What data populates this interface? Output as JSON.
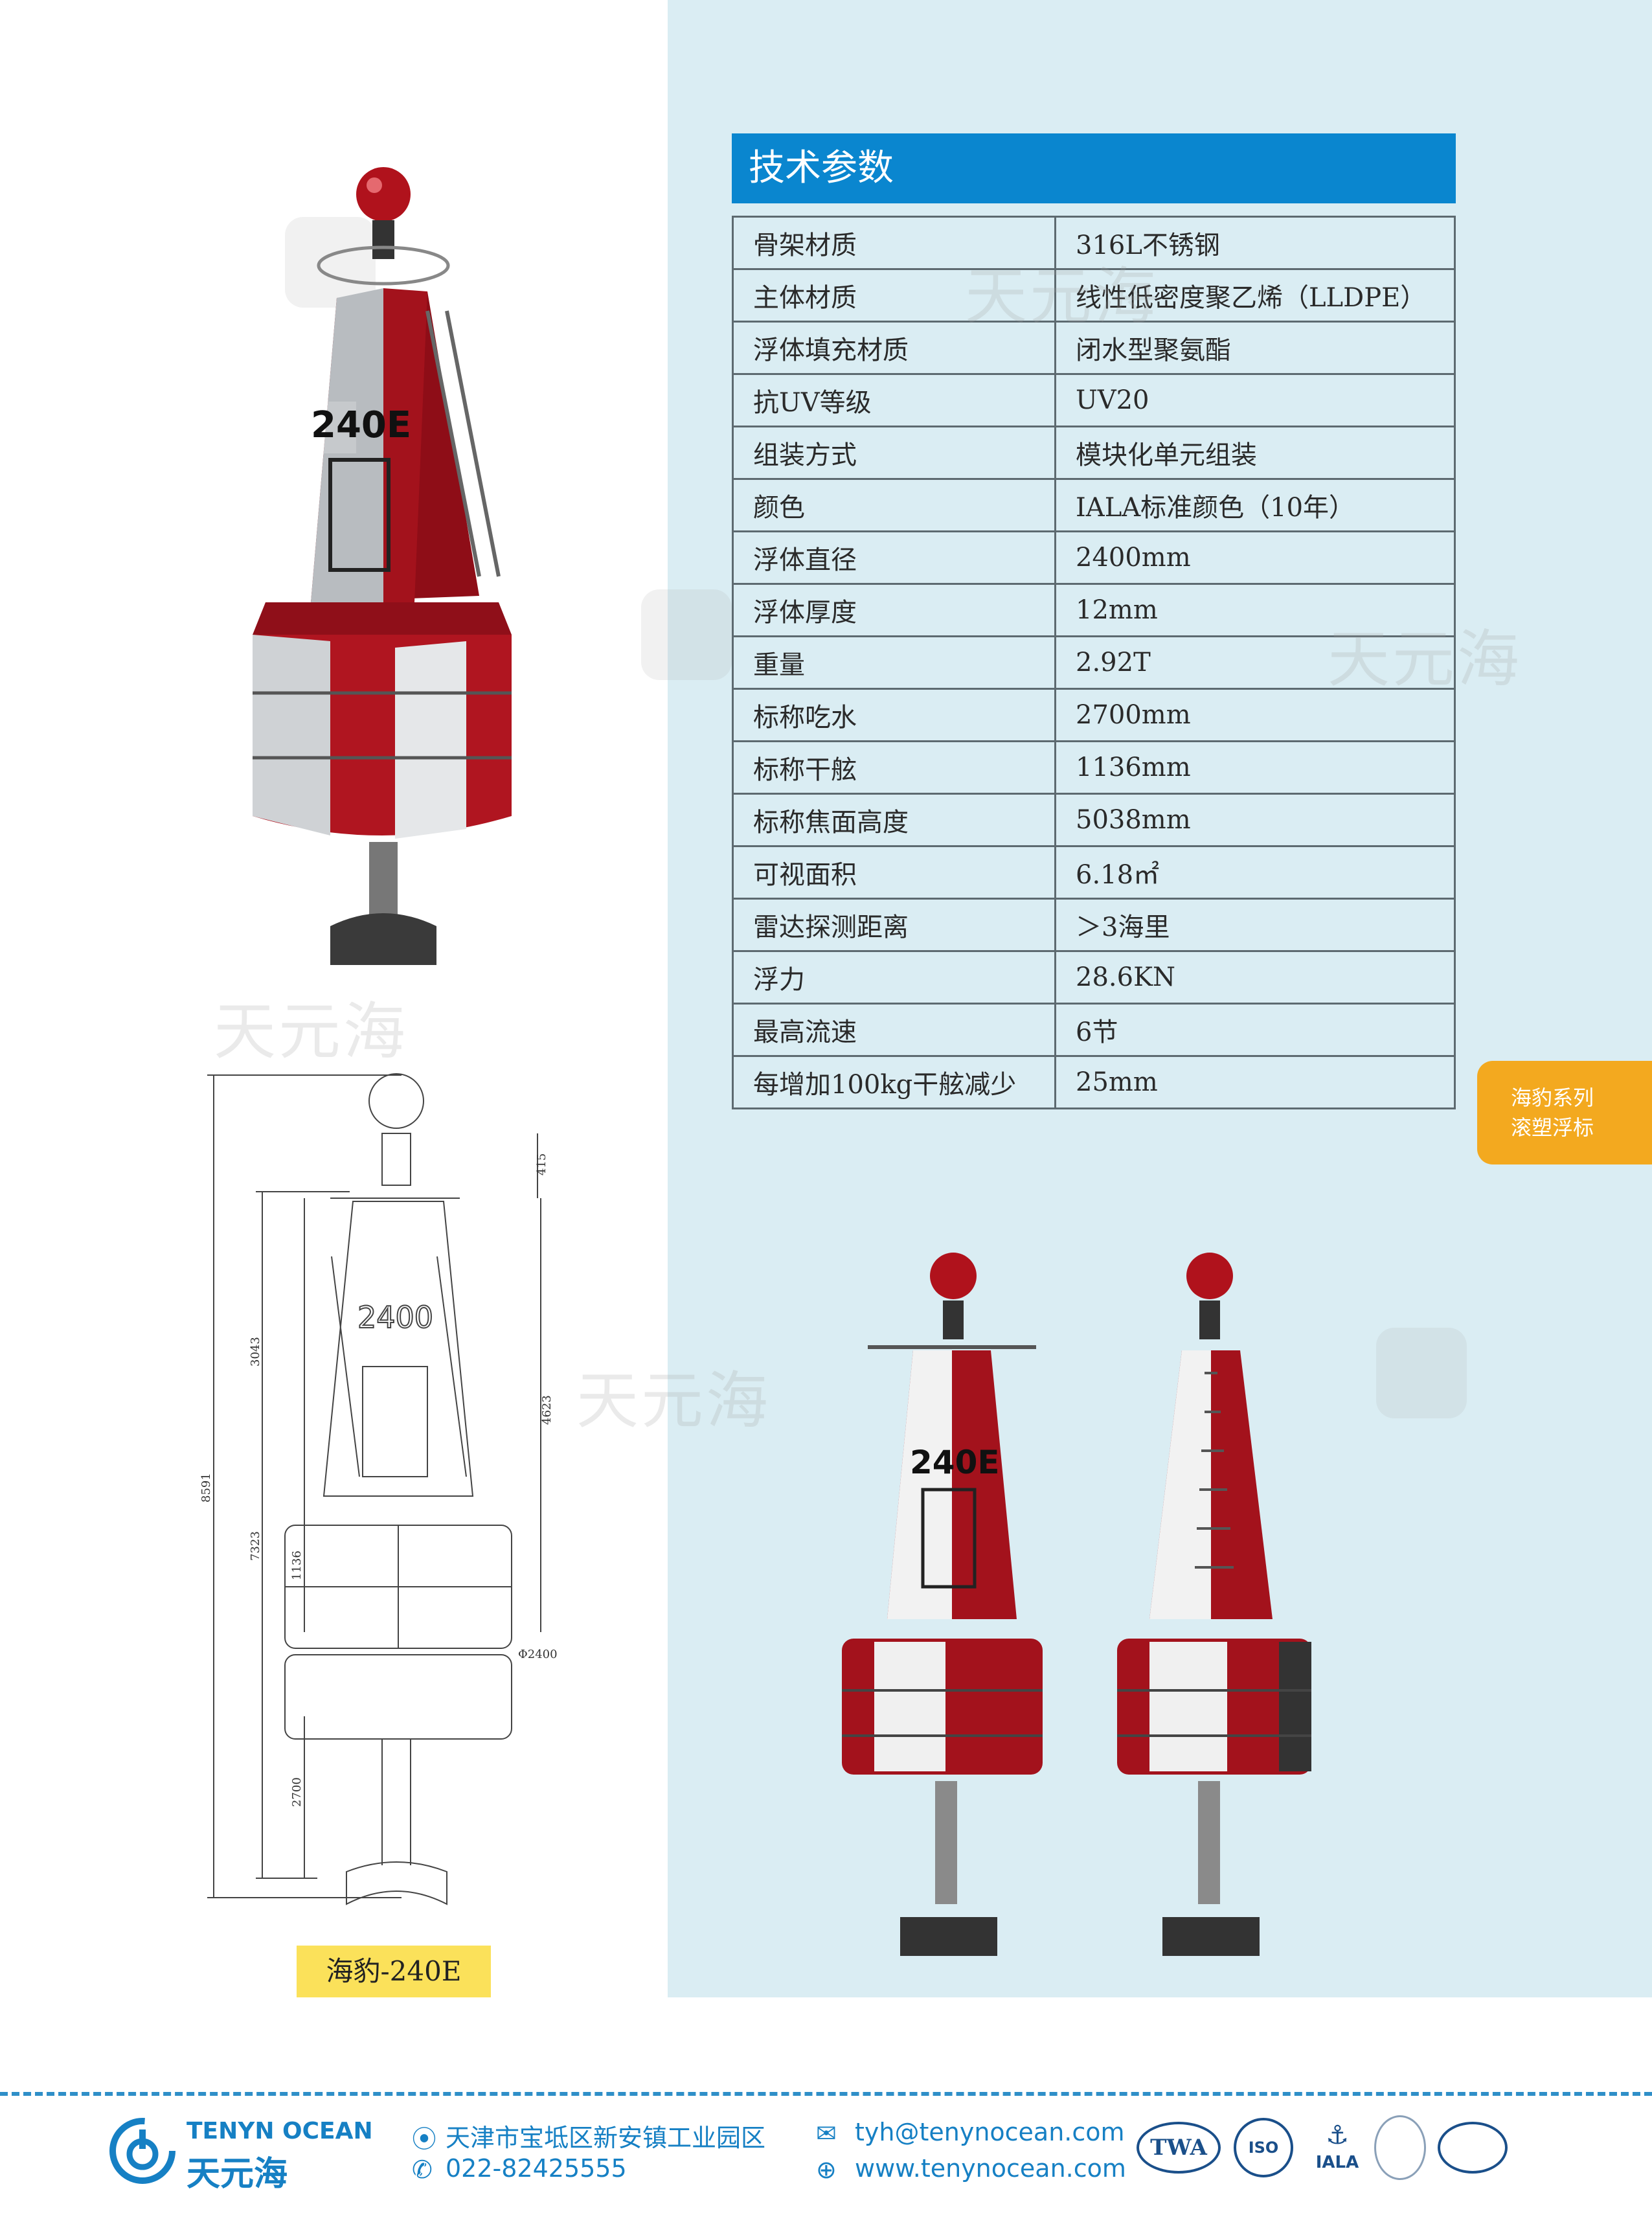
{
  "spec": {
    "title": "技术参数",
    "rows": [
      {
        "k": "骨架材质",
        "v": "316L不锈钢"
      },
      {
        "k": "主体材质",
        "v": "线性低密度聚乙烯（LLDPE）"
      },
      {
        "k": "浮体填充材质",
        "v": "闭水型聚氨酯"
      },
      {
        "k": "抗UV等级",
        "v": "UV20"
      },
      {
        "k": "组装方式",
        "v": "模块化单元组装"
      },
      {
        "k": "颜色",
        "v": "IALA标准颜色（10年）"
      },
      {
        "k": "浮体直径",
        "v": "2400mm"
      },
      {
        "k": "浮体厚度",
        "v": "12mm"
      },
      {
        "k": "重量",
        "v": "2.92T"
      },
      {
        "k": "标称吃水",
        "v": "2700mm"
      },
      {
        "k": "标称干舷",
        "v": "1136mm"
      },
      {
        "k": "标称焦面高度",
        "v": "5038mm"
      },
      {
        "k": "可视面积",
        "v": "6.18㎡"
      },
      {
        "k": "雷达探测距离",
        "v": "＞3海里"
      },
      {
        "k": "浮力",
        "v": "28.6KN"
      },
      {
        "k": "最高流速",
        "v": "6节"
      },
      {
        "k": "每增加100kg干舷减少",
        "v": "25mm"
      }
    ]
  },
  "series_tab": {
    "line1": "海豹系列",
    "line2": "滚塑浮标"
  },
  "model": "海豹-240E",
  "buoy_mark": "240E",
  "drawing": {
    "mark": "2400",
    "dims": {
      "d415": "415",
      "d3043": "3043",
      "d4623": "4623",
      "d8591": "8591",
      "d7323": "7323",
      "d1136": "1136",
      "d2700": "2700",
      "diameter": "Φ2400"
    }
  },
  "watermark": "天元海",
  "footer": {
    "brand_en": "TENYN OCEAN",
    "brand_cn": "天元海",
    "address": "天津市宝坻区新安镇工业园区",
    "phone": "022-82425555",
    "email": "tyh@tenynocean.com",
    "website": "www.tenynocean.com",
    "badges": {
      "twa": "TWA",
      "iso": "ISO",
      "iala": "IALA"
    }
  },
  "colors": {
    "header_blue": "#0a86cf",
    "panel": "#daedf3",
    "tab_orange": "#f3a91f",
    "label_yellow": "#fbe15a",
    "buoy_red": "#a3121c"
  }
}
